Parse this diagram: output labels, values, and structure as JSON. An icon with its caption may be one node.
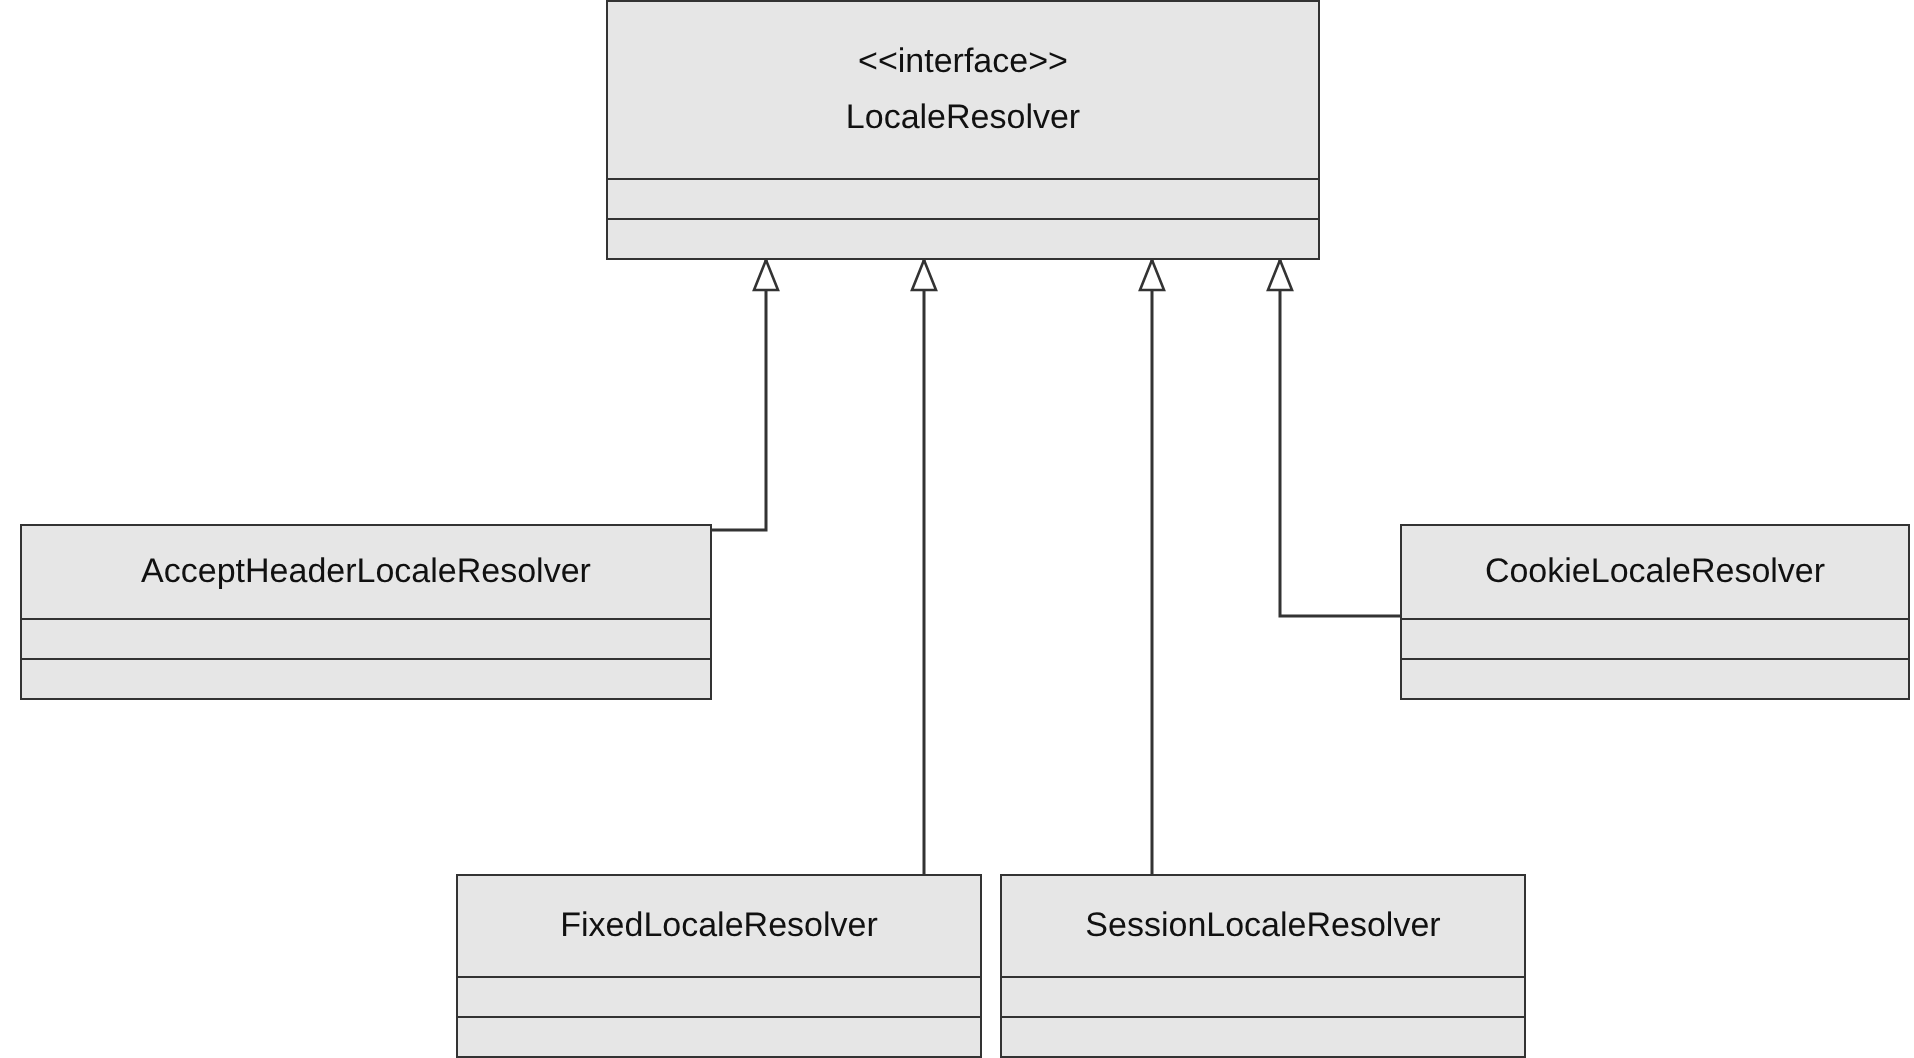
{
  "diagram": {
    "nodes": [
      {
        "text": [
          "<<interface>>",
          "LocaleResolver"
        ]
      },
      {
        "text": [
          "AcceptHeaderLocaleResolver"
        ]
      },
      {
        "text": [
          "CookieLocaleResolver"
        ]
      },
      {
        "text": [
          "FixedLocaleResolver"
        ]
      },
      {
        "text": [
          "SessionLocaleResolver"
        ]
      }
    ],
    "edges": [
      {
        "from": 1,
        "to": 0,
        "arrow": "to"
      },
      {
        "from": 3,
        "to": 0,
        "arrow": "to"
      },
      {
        "from": 4,
        "to": 0,
        "arrow": "to"
      },
      {
        "from": 2,
        "to": 0,
        "arrow": "to"
      }
    ]
  }
}
